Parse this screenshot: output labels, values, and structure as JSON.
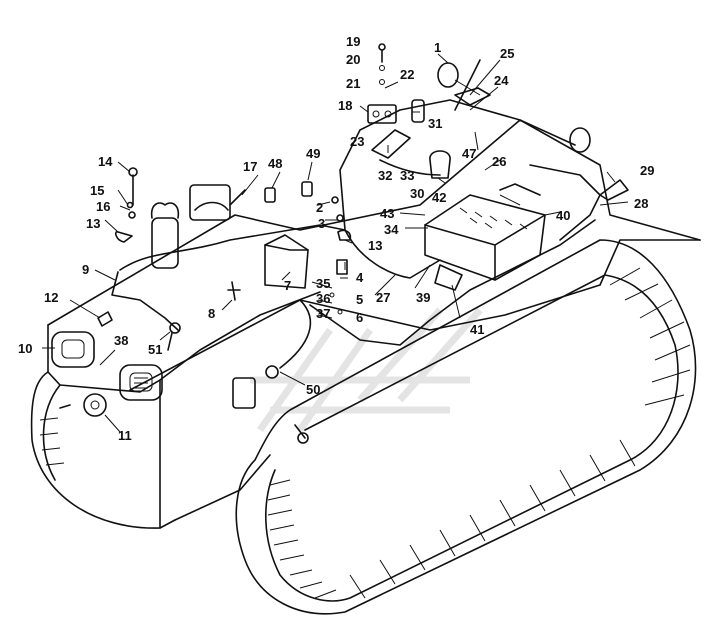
{
  "diagram": {
    "callouts": [
      "1",
      "2",
      "3",
      "4",
      "5",
      "6",
      "7",
      "8",
      "9",
      "10",
      "11",
      "12",
      "13",
      "13",
      "14",
      "15",
      "16",
      "17",
      "18",
      "19",
      "20",
      "21",
      "22",
      "23",
      "24",
      "25",
      "26",
      "27",
      "28",
      "29",
      "30",
      "31",
      "32",
      "33",
      "34",
      "35",
      "36",
      "37",
      "38",
      "39",
      "40",
      "41",
      "42",
      "43",
      "47",
      "48",
      "49",
      "50",
      "51"
    ]
  },
  "colors": {
    "line": "#111111",
    "background": "#ffffff",
    "watermark": "#e4e4e4"
  }
}
